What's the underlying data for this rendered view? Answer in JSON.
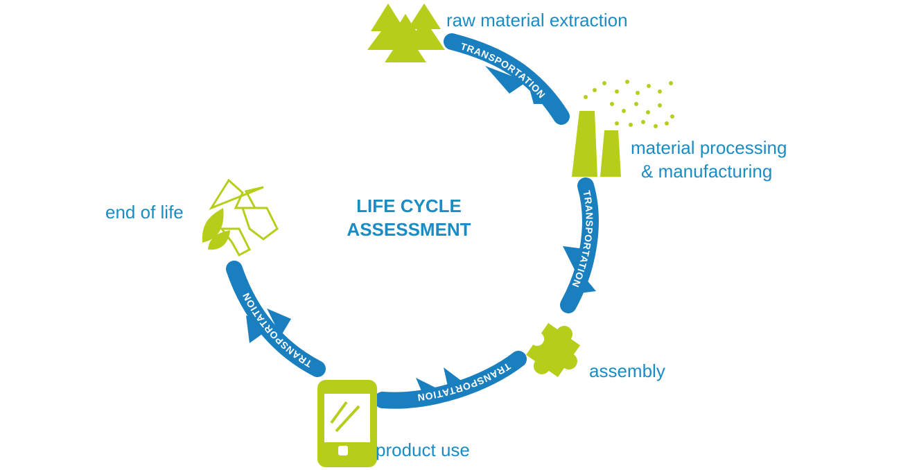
{
  "title": {
    "line1": "LIFE CYCLE",
    "line2": "ASSESSMENT"
  },
  "stages": {
    "raw": "raw material extraction",
    "processing_line1": "material processing",
    "processing_line2": "& manufacturing",
    "assembly": "assembly",
    "product_use": "product use",
    "end_of_life": "end of life"
  },
  "transport_label": "TRANSPORTATION",
  "icons": [
    "tree-icon",
    "factory-icon",
    "puzzle-icon",
    "smartphone-icon",
    "recycle-icon",
    "leaf-icon"
  ],
  "colors": {
    "green": "#b6cd1a",
    "blue": "#1a8cc4",
    "band": "#1a7fbf"
  }
}
